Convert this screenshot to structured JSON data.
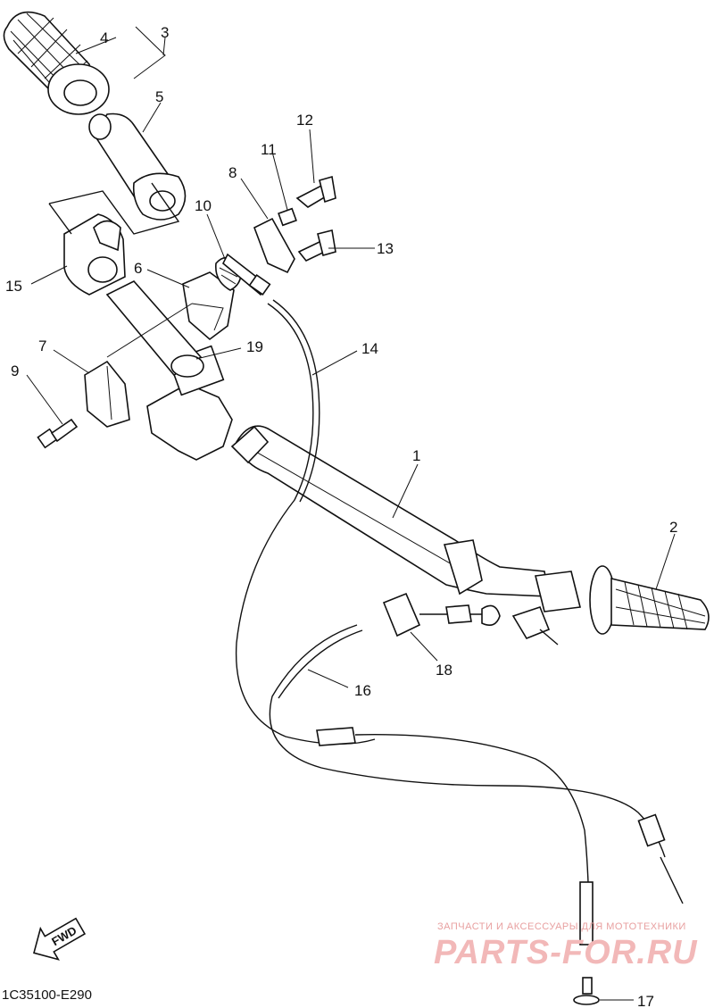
{
  "diagram": {
    "callouts": [
      {
        "label": "1"
      },
      {
        "label": "2"
      },
      {
        "label": "3"
      },
      {
        "label": "4"
      },
      {
        "label": "5"
      },
      {
        "label": "6"
      },
      {
        "label": "7"
      },
      {
        "label": "8"
      },
      {
        "label": "9"
      },
      {
        "label": "10"
      },
      {
        "label": "11"
      },
      {
        "label": "12"
      },
      {
        "label": "13"
      },
      {
        "label": "14"
      },
      {
        "label": "15"
      },
      {
        "label": "16"
      },
      {
        "label": "17"
      },
      {
        "label": "18"
      },
      {
        "label": "19"
      }
    ],
    "direction_badge": "FWD",
    "figure_code": "1C35100-E290"
  },
  "watermark": {
    "tagline": "ЗАПЧАСТИ И АКСЕССУАРЫ ДЛЯ МОТОТЕХНИКИ",
    "brand": "PARTS-FOR.RU",
    "color": "#f2b8b8"
  }
}
